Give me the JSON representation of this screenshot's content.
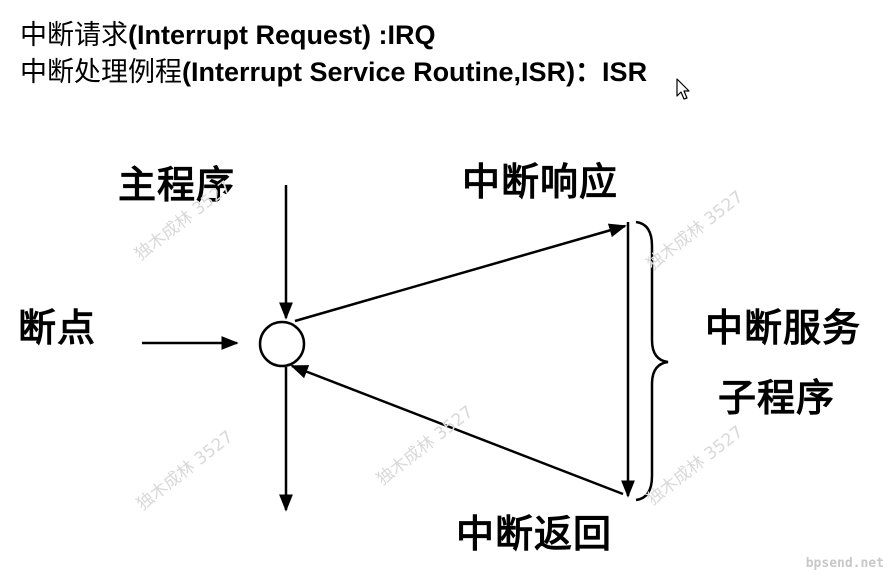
{
  "header": {
    "line1": {
      "cjk": "中断请求",
      "latin": "(Interrupt Request) :IRQ"
    },
    "line2": {
      "cjk": "中断处理例程",
      "latin": "(Interrupt Service Routine,ISR)：ISR"
    }
  },
  "diagram": {
    "main_program": "主程序",
    "breakpoint": "断点",
    "interrupt_response": "中断响应",
    "interrupt_return": "中断返回",
    "service_routine_line1": "中断服务",
    "service_routine_line2": "子程序"
  },
  "watermark": {
    "text": "独木成林 3527",
    "site": "bpsend.net"
  },
  "icons": {
    "cursor": "mouse-pointer-icon"
  },
  "colors": {
    "ink": "#000000",
    "background": "#ffffff",
    "watermark": "#d9d9d9"
  }
}
